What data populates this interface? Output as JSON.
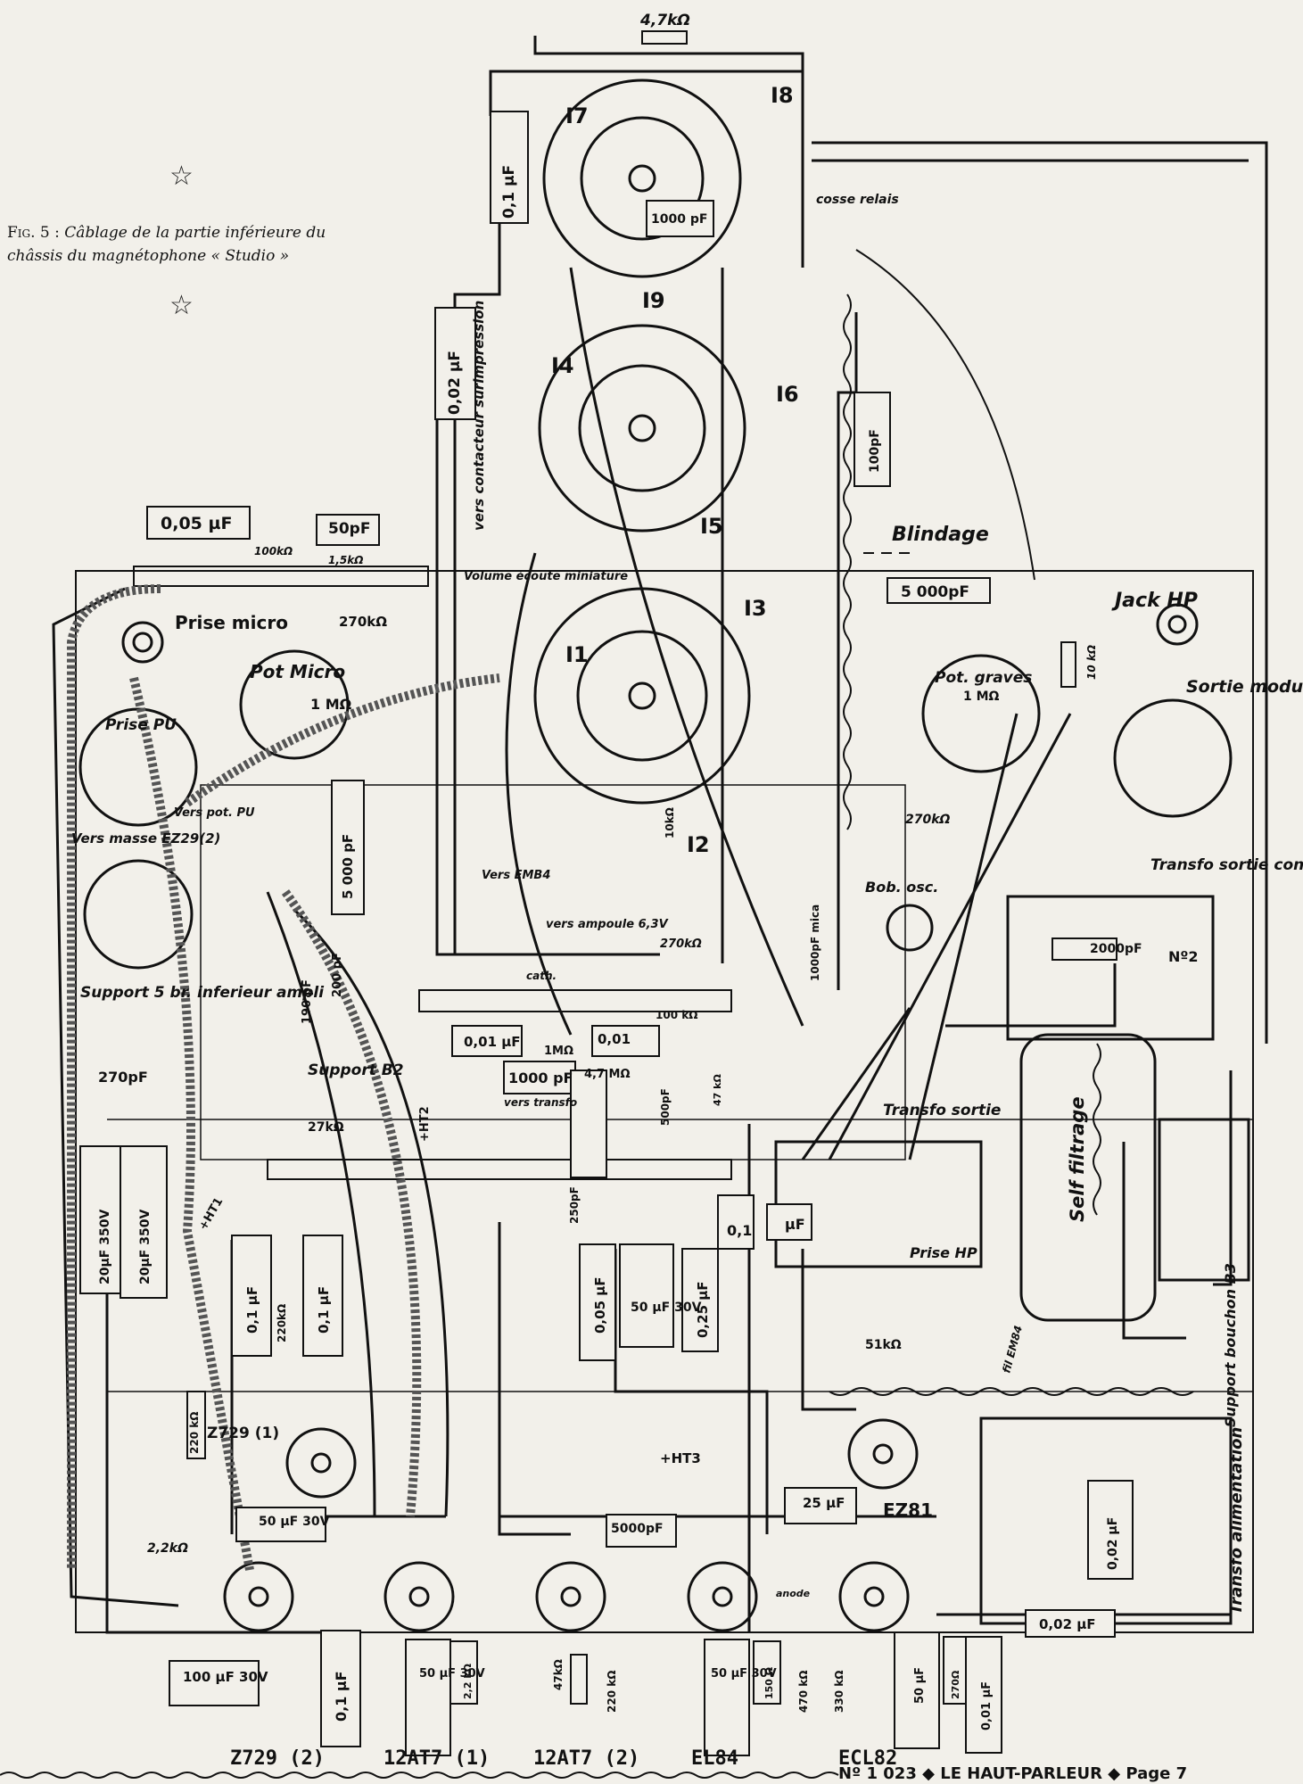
{
  "caption": {
    "fig_label": "Fig. 5 :",
    "text": "Câblage de la partie inférieure du châssis du magnétophone « Studio »"
  },
  "stars": [
    "☆",
    "☆"
  ],
  "footer": "Nº 1 023 ◆ LE HAUT-PARLEUR ◆ Page 7",
  "labels": {
    "r_47k": "4,7kΩ",
    "i7": "I7",
    "i8": "I8",
    "c_01uf": "0,1 µF",
    "c_1000pf": "1000 pF",
    "cosse_relais": "cosse relais",
    "i9": "I9",
    "c_002uf": "0,02 µF",
    "vers_contacteur": "vers contacteur surimpression",
    "i4": "I4",
    "i6": "I6",
    "c_100pf": "100pF",
    "i5": "I5",
    "blindage": "Blindage",
    "c_005uf": "0,05 µF",
    "c_50pf": "50pF",
    "r_100k": "100kΩ",
    "r_15k": "1,5kΩ",
    "volume": "Volume écoute miniature",
    "i1": "I1",
    "i3": "I3",
    "c_5000pf": "5 000pF",
    "jack_hp": "Jack HP",
    "prise_micro": "Prise micro",
    "r_270k_a": "270kΩ",
    "pot_micro": "Pot Micro",
    "pot_micro_val": "1 MΩ",
    "pot_graves": "Pot. graves",
    "pot_graves_val": "1 MΩ",
    "r_10k": "10 kΩ",
    "sortie_modulat": "Sortie modulat.",
    "prise_pu": "Prise PU",
    "vers_masse": "Vers masse EZ29(2)",
    "vers_pot_pu": "Vers pot. PU",
    "i2": "I2",
    "r_10k_b": "10kΩ",
    "r_270k_b": "270kΩ",
    "transfo_sortie_controle": "Transfo sortie contrôle",
    "bob_osc": "Bob. osc.",
    "c_1000pf_mica": "1000pF mica",
    "c_5000pf_b": "5 000 pF",
    "vers_emb4": "Vers EMB4",
    "vers_ampoule": "vers ampoule 6,3V",
    "r_270k_c": "270kΩ",
    "cath": "cath.",
    "c_2000pf": "2000pF",
    "n2": "Nº2",
    "support_5br": "Support 5 br. inferieur ampli",
    "c_190pf": "190 pF",
    "c_200pf": "200 pF",
    "c_001uf": "0,01 µF",
    "r_1m": "1MΩ",
    "c_001uf_b": "0,01",
    "r_100k_b": "100 kΩ",
    "c_270pf": "270pF",
    "support_b2": "Support B2",
    "c_1000pf_b": "1000 pF",
    "r_47m": "4,7 MΩ",
    "vers_transfo": "vers transfo",
    "c_500pf": "500pF",
    "r_47k_b": "47 kΩ",
    "transfo_sortie": "Transfo sortie",
    "self_filtrage": "Self filtrage",
    "r_27k": "27kΩ",
    "ht1": "+HT1",
    "ht2": "+HT2",
    "ht3": "+HT3",
    "c_20uf_a": "20µF 350V",
    "c_20uf_b": "20µF 350V",
    "c_01uf_b": "0,1 µF",
    "r_220k": "220kΩ",
    "c_01uf_c": "0,1 µF",
    "c_250pf": "250pF",
    "c_005uf_b": "0,05 µF",
    "c_50uf_30v": "50 µF 30V",
    "c_025uf": "0,25 µF",
    "c_01_c": "0,1",
    "c_uf": "µF",
    "prise_hp": "Prise HP",
    "support_b3": "Support bouchon B3",
    "r_51k": "51kΩ",
    "fil_emb4": "fil EM84",
    "r_220k_b": "220 kΩ",
    "z729_1": "Z729 (1)",
    "c_50uf_30v_b": "50 µF 30V",
    "r_22k": "2,2kΩ",
    "c_5000pf_c": "5000pF",
    "c_25uf": "25 µF",
    "ez81": "EZ81",
    "c_002uf_b": "0,02 µF",
    "transfo_alim": "Transfo alimentation",
    "c_002uf_c": "0,02 µF",
    "c_100uf": "100 µF 30V",
    "c_01uf_d": "0,1 µF",
    "c_50uf_a": "50 µF 30V",
    "r_22k_b": "2,2 kΩ",
    "r_47k_c": "47kΩ",
    "r_220k_c": "220 kΩ",
    "c_50uf_b": "50 µF 30V",
    "r_150": "150 Ω",
    "r_470k": "470 kΩ",
    "r_330k": "330 kΩ",
    "c_50uf_c": "50 µF",
    "r_270": "270Ω",
    "c_001uf_c": "0,01 µF",
    "anode": "anode"
  },
  "tubes": [
    "Z729 (2)",
    "12AT7 (1)",
    "12AT7 (2)",
    "EL84",
    "ECL82"
  ]
}
